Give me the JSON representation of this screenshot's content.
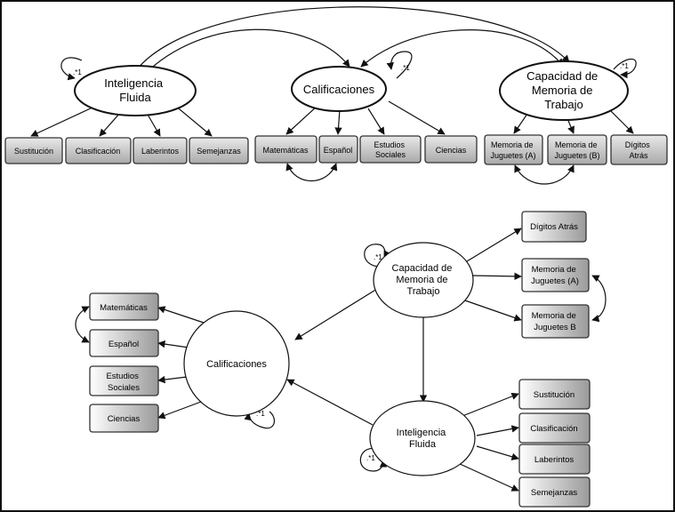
{
  "top_model": {
    "latents": {
      "fluid": [
        "Inteligencia",
        "Fluida"
      ],
      "grades": [
        "Calificaciones"
      ],
      "memory": [
        "Capacidad de",
        "Memoria de",
        "Trabajo"
      ]
    },
    "indicators": {
      "sustitucion": [
        "Sustitución"
      ],
      "clasificacion": [
        "Clasificación"
      ],
      "laberintos": [
        "Laberintos"
      ],
      "semejanzas": [
        "Semejanzas"
      ],
      "matematicas": [
        "Matemáticas"
      ],
      "espanol": [
        "Español"
      ],
      "estudios": [
        "Estudios",
        "Sociales"
      ],
      "ciencias": [
        "Ciencias"
      ],
      "memA": [
        "Memoria de",
        "Juguetes (A)"
      ],
      "memB": [
        "Memoria de",
        "Juguetes (B)"
      ],
      "digitos": [
        "Dígitos",
        "Atrás"
      ]
    },
    "variance_label": ".*1"
  },
  "bottom_model": {
    "latents": {
      "memory": [
        "Capacidad de",
        "Memoria de",
        "Trabajo"
      ],
      "grades": [
        "Calificaciones"
      ],
      "fluid": [
        "Inteligencia",
        "Fluida"
      ]
    },
    "indicators": {
      "digitos": [
        "Dígitos Atrás"
      ],
      "memA": [
        "Memoria de",
        "Juguetes (A)"
      ],
      "memB": [
        "Memoria de",
        "Juguetes B"
      ],
      "matematicas": [
        "Matemáticas"
      ],
      "espanol": [
        "Español"
      ],
      "estudios": [
        "Estudios",
        "Sociales"
      ],
      "ciencias": [
        "Ciencias"
      ],
      "sustitucion": [
        "Sustitución"
      ],
      "clasificacion": [
        "Clasificación"
      ],
      "laberintos": [
        "Laberintos"
      ],
      "semejanzas": [
        "Semejanzas"
      ]
    },
    "variance_label": ".*1"
  }
}
